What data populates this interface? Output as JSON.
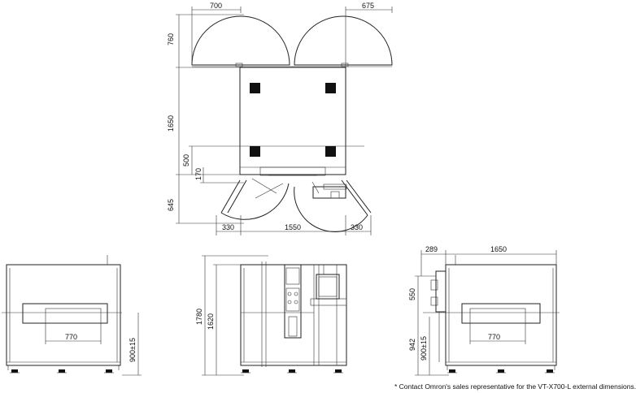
{
  "dimensions": {
    "d700": "700",
    "d675": "675",
    "d760": "760",
    "d1650_v": "1650",
    "d500": "500",
    "d170": "170",
    "d645": "645",
    "d330_l": "330",
    "d1550": "1550",
    "d330_r": "330",
    "d770_l": "770",
    "d900_l": "900±15",
    "d1780": "1780",
    "d1620": "1620",
    "d289": "289",
    "d1650_h": "1650",
    "d550": "550",
    "d942": "942",
    "d900_r": "900±15",
    "d770_r": "770"
  },
  "footnote": "* Contact Omron's sales representative for the VT-X700-L external dimensions."
}
